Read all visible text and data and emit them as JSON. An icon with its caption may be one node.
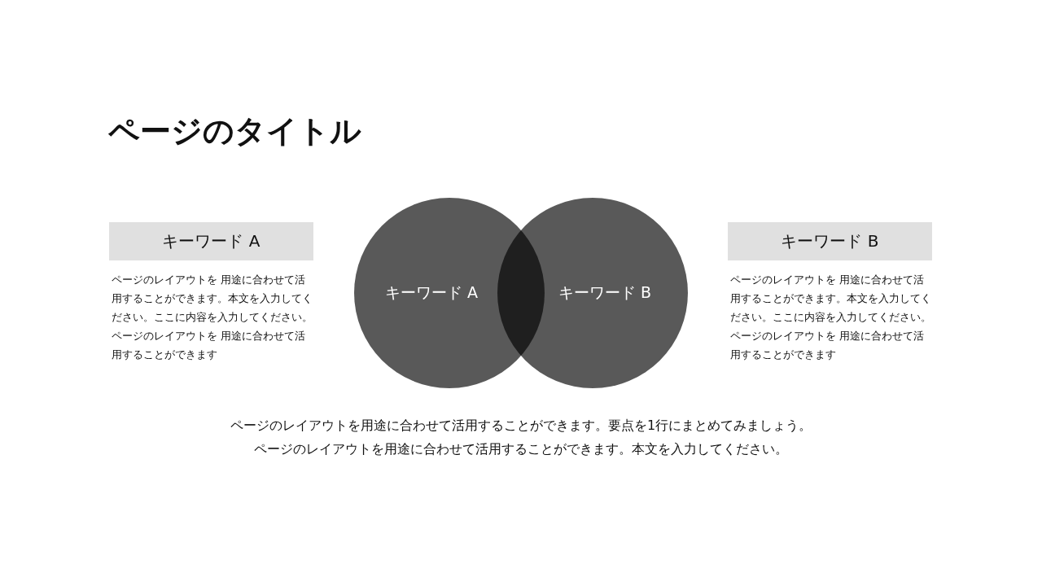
{
  "diagram": {
    "title": "ページのタイトル",
    "nodes": [
      {
        "text": [
          "キーワード A"
        ],
        "beside": [
          "ページのレイアウトを 用途に合わせて活用することができます。本文を入力してください。ここに内容を入力してください。ページのレイアウトを 用途に合わせて活用することができます"
        ]
      },
      {
        "text": [
          "キーワード A"
        ]
      },
      {
        "text": [
          "キーワード B"
        ]
      },
      {
        "text": [
          "キーワード B"
        ],
        "beside": [
          "ページのレイアウトを 用途に合わせて活用することができます。本文を入力してください。ここに内容を入力してください。ページのレイアウトを 用途に合わせて活用することができます"
        ]
      }
    ],
    "edges": [],
    "labels": [
      "ページのレイアウトを用途に合わせて活用することができます。要点を1行にまとめてみましょう。",
      "ページのレイアウトを用途に合わせて活用することができます。本文を入力してください。"
    ]
  }
}
